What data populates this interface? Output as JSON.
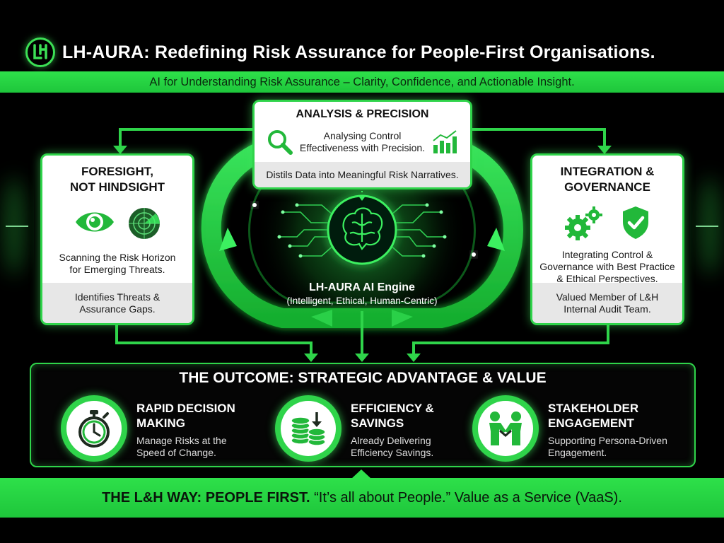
{
  "header": {
    "title": "LH-AURA: Redefining Risk Assurance for People-First Organisations.",
    "subtitle": "AI for Understanding Risk Assurance – Clarity, Confidence, and Actionable Insight."
  },
  "analysis": {
    "title": "ANALYSIS & PRECISION",
    "text_line1": "Analysing Control",
    "text_line2": "Effectiveness with Precision.",
    "footer": "Distils Data into Meaningful Risk Narratives.",
    "icons": [
      "magnifier-icon",
      "bar-chart-icon"
    ]
  },
  "foresight": {
    "title_line1": "FORESIGHT,",
    "title_line2": "NOT HINDSIGHT",
    "text_line1": "Scanning the Risk Horizon",
    "text_line2": "for Emerging Threats.",
    "footer_line1": "Identifies Threats &",
    "footer_line2": "Assurance Gaps.",
    "icons": [
      "eye-icon",
      "radar-icon"
    ]
  },
  "integration": {
    "title_line1": "INTEGRATION &",
    "title_line2": "GOVERNANCE",
    "text_line1": "Integrating Control &",
    "text_line2": "Governance with Best Practice",
    "text_line3": "& Ethical Perspectives.",
    "footer_line1": "Valued Member of L&H",
    "footer_line2": "Internal Audit Team.",
    "icons": [
      "gears-icon",
      "shield-check-icon"
    ]
  },
  "engine": {
    "title": "LH-AURA AI Engine",
    "subtitle": "(Intelligent, Ethical, Human-Centric)",
    "icon": "brain-circuit-icon"
  },
  "outcome": {
    "title": "THE OUTCOME: STRATEGIC ADVANTAGE & VALUE",
    "items": [
      {
        "head_line1": "RAPID DECISION",
        "head_line2": "MAKING",
        "desc_line1": "Manage Risks at the",
        "desc_line2": "Speed of Change.",
        "icon": "stopwatch-icon"
      },
      {
        "head_line1": "EFFICIENCY &",
        "head_line2": "SAVINGS",
        "desc_line1": "Already Delivering",
        "desc_line2": "Efficiency Savings.",
        "icon": "coins-icon"
      },
      {
        "head_line1": "STAKEHOLDER",
        "head_line2": "ENGAGEMENT",
        "desc_line1": "Supporting Persona-Driven",
        "desc_line2": "Engagement.",
        "icon": "handshake-icon"
      }
    ]
  },
  "footer": {
    "bold": "THE L&H WAY: PEOPLE FIRST.",
    "rest": " “It’s all about People.” Value as a Service (VaaS)."
  },
  "colors": {
    "accent": "#2fd44a",
    "background": "#000000"
  }
}
